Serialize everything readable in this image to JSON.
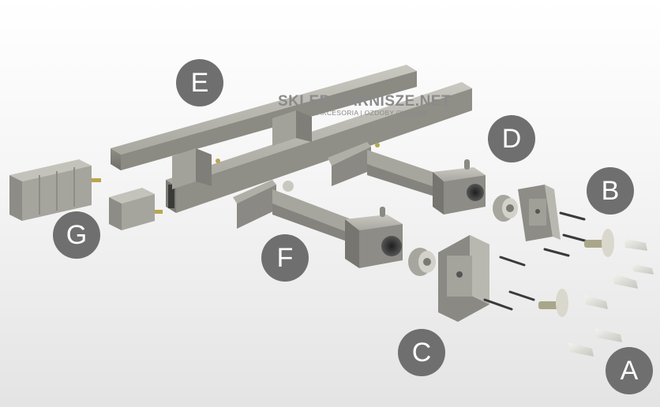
{
  "image": {
    "subject": "exploded-view-curtain-rod-bracket-kit",
    "colors": {
      "metal": "#9b9a92",
      "metal_dark": "#6d6c66",
      "metal_light": "#c4c3bb",
      "badge": "#6f6f6f",
      "background": "#eeeeee"
    }
  },
  "watermark": {
    "name": "SKLEP-KARNISZE.NET",
    "tagline": "AKCESORIA | OZDOBY OKIENNE"
  },
  "callouts": [
    {
      "letter": "A",
      "part": "wall-anchors"
    },
    {
      "letter": "B",
      "part": "mounting-screws"
    },
    {
      "letter": "C",
      "part": "wall-plate"
    },
    {
      "letter": "D",
      "part": "set-screw"
    },
    {
      "letter": "E",
      "part": "square-rod"
    },
    {
      "letter": "F",
      "part": "bracket-arm"
    },
    {
      "letter": "G",
      "part": "end-caps"
    }
  ]
}
